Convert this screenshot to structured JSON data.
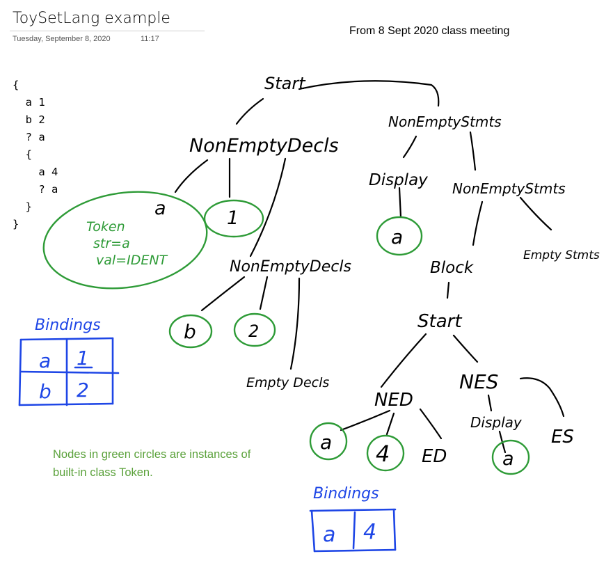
{
  "page": {
    "title": "ToySetLang example",
    "date": "Tuesday, September 8, 2020",
    "time": "11:17",
    "subtitle": "From 8 Sept 2020 class meeting"
  },
  "code": "{\n  a 1\n  b 2\n  ? a\n  {\n    a 4\n    ? a\n  }\n}",
  "note": "Nodes in green circles are instances of built-in class Token.",
  "tree": {
    "start": "Start",
    "nonempty_decls": "NonEmptyDecls",
    "nonempty_decls_2": "NonEmptyDecls",
    "empty_decls": "Empty Decls",
    "nonempty_stmts": "NonEmptyStmts",
    "nonempty_stmts_2": "NonEmptyStmts",
    "empty_stmts": "Empty Stmts",
    "display": "Display",
    "block": "Block",
    "inner_start": "Start",
    "ned": "NED",
    "nes": "NES",
    "inner_display": "Display",
    "es": "ES",
    "ed": "ED"
  },
  "tokens": {
    "a": "a",
    "one": "1",
    "b": "b",
    "two": "2",
    "display_a": "a",
    "inner_a": "a",
    "four": "4",
    "inner_display_a": "a"
  },
  "token_note": {
    "line1": "Token",
    "line2": "str=a",
    "line3": "val=IDENT"
  },
  "bindings_outer": {
    "title": "Bindings",
    "rows": [
      {
        "key": "a",
        "value": "1"
      },
      {
        "key": "b",
        "value": "2"
      }
    ]
  },
  "bindings_inner": {
    "title": "Bindings",
    "rows": [
      {
        "key": "a",
        "value": "4"
      }
    ]
  },
  "colors": {
    "ink": "#000000",
    "green": "#2e9b37",
    "blue": "#1e46e6",
    "note_green": "#5aa13a"
  }
}
